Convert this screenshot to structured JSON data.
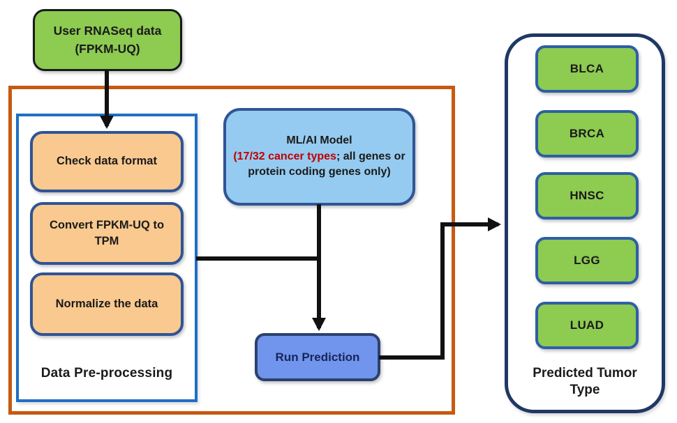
{
  "figure": {
    "top_box": {
      "line1": "User RNASeq data",
      "line2": "(FPKM-UQ)"
    },
    "preprocessing": {
      "label": "Data Pre-processing",
      "steps": [
        "Check data format",
        "Convert FPKM-UQ to TPM",
        "Normalize the data"
      ]
    },
    "model_box": {
      "title": "ML/AI Model",
      "red_text": "(17/32 cancer types",
      "black_text": "; all genes or protein coding genes only)"
    },
    "run_prediction": {
      "label": "Run Prediction"
    },
    "results": {
      "label": "Predicted Tumor Type",
      "types": [
        "BLCA",
        "BRCA",
        "HNSC",
        "LGG",
        "LUAD"
      ]
    }
  },
  "colors": {
    "green_fill": "#8DCB51",
    "orange_fill": "#FAC98F",
    "model_fill": "#95CBF0",
    "run_fill": "#7195EC",
    "outer_border_orange": "#C55A11",
    "preprocess_border_blue": "#1E6FC4",
    "navy_border": "#1F3864",
    "step_border_blue": "#2F5496",
    "result_border_blue": "#2E5FA3",
    "red_text": "#C00000",
    "arrow_black": "#111111"
  }
}
